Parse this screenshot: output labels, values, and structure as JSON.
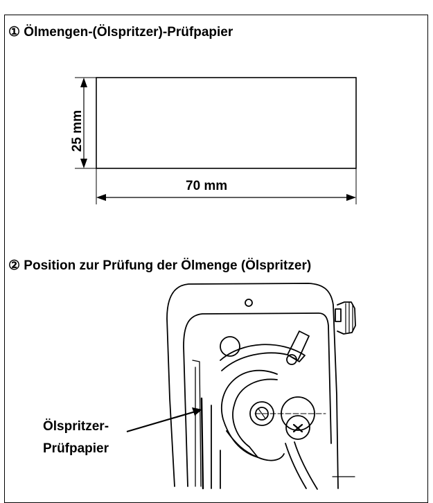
{
  "section1": {
    "title": "① Ölmengen-(Ölspritzer)-Prüfpapier",
    "width_label": "70 mm",
    "height_label": "25 mm"
  },
  "section2": {
    "title": "② Position zur Prüfung der Ölmenge (Ölspritzer)",
    "callout_line1": "Ölspritzer-",
    "callout_line2": "Prüfpapier"
  }
}
